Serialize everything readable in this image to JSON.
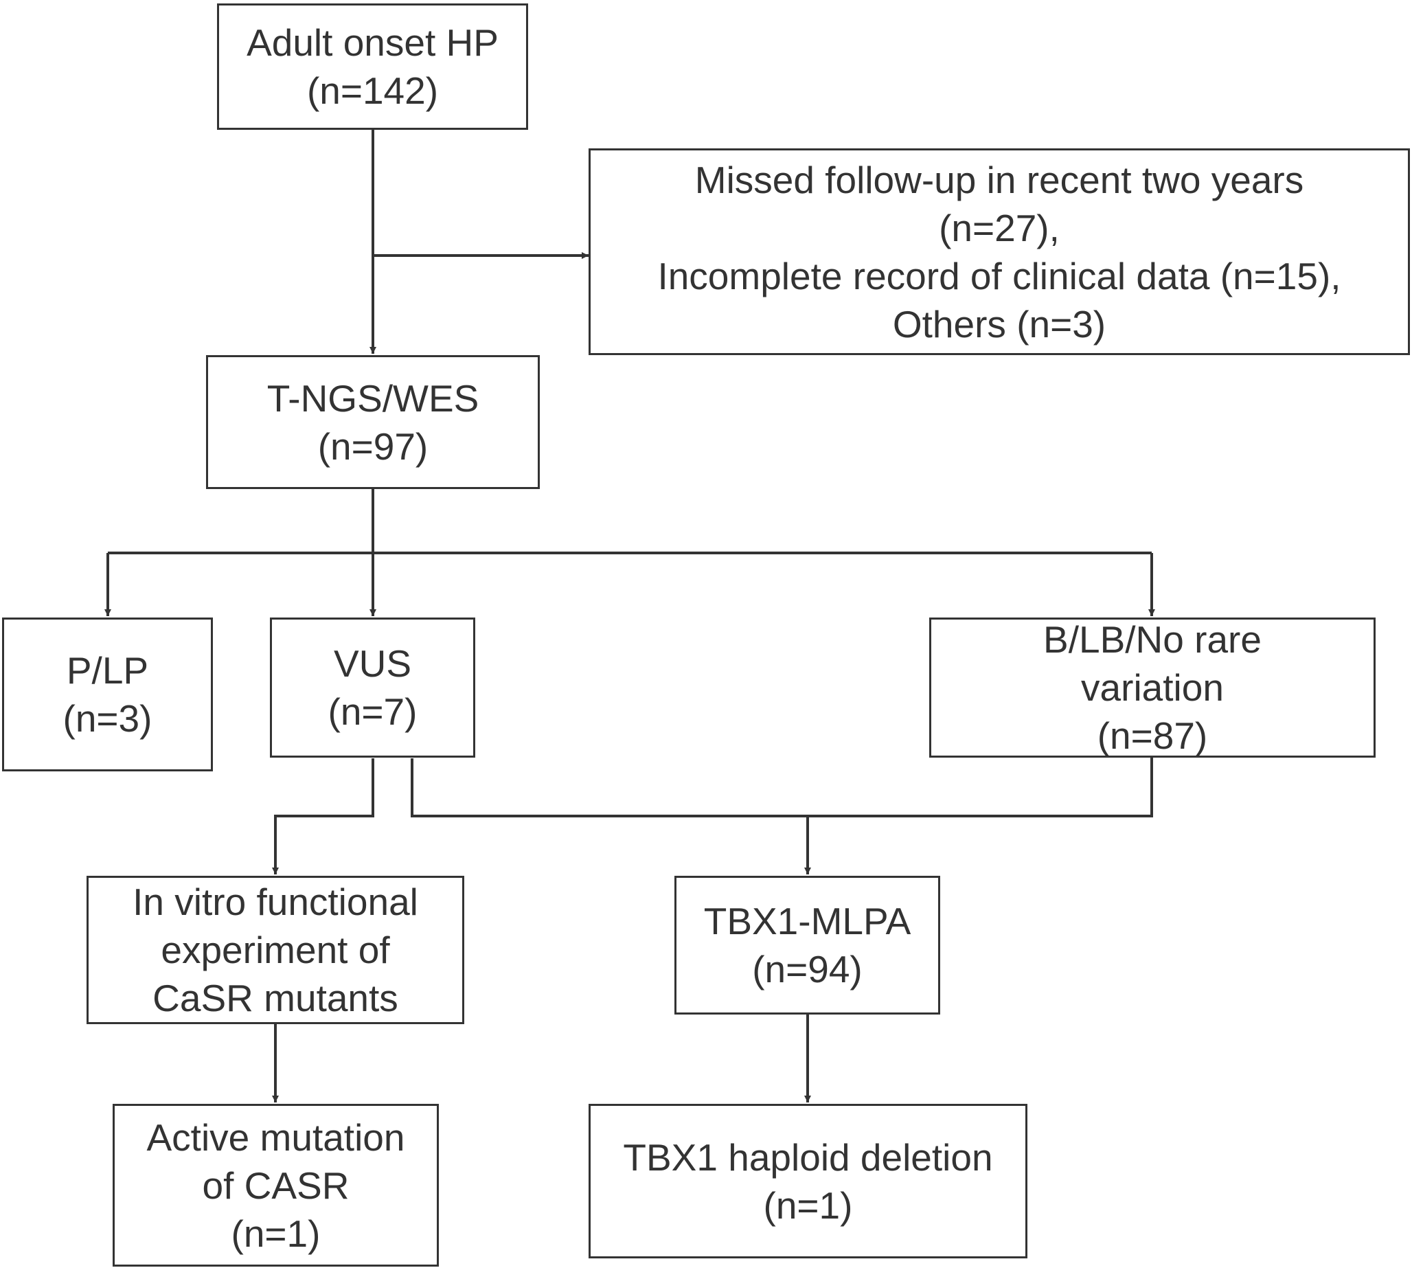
{
  "flowchart": {
    "nodes": {
      "adult_onset": {
        "lines": [
          "Adult onset HP",
          "(n=142)"
        ]
      },
      "excluded": {
        "lines": [
          "Missed follow-up in recent two years",
          "(n=27),",
          "Incomplete record of clinical data (n=15),",
          "Others (n=3)"
        ]
      },
      "tngs_wes": {
        "lines": [
          "T-NGS/WES",
          "(n=97)"
        ]
      },
      "p_lp": {
        "lines": [
          "P/LP",
          "(n=3)"
        ]
      },
      "vus": {
        "lines": [
          "VUS",
          "(n=7)"
        ]
      },
      "b_lb": {
        "lines": [
          "B/LB/No rare",
          "variation",
          "(n=87)"
        ]
      },
      "in_vitro": {
        "lines": [
          "In vitro functional",
          "experiment of",
          "CaSR mutants"
        ]
      },
      "tbx1_mlpa": {
        "lines": [
          "TBX1-MLPA",
          "(n=94)"
        ]
      },
      "active_mutation": {
        "lines": [
          "Active mutation",
          "of CASR",
          "(n=1)"
        ]
      },
      "tbx1_deletion": {
        "lines": [
          "TBX1 haploid deletion",
          "(n=1)"
        ]
      }
    },
    "line_color": "#333333"
  }
}
